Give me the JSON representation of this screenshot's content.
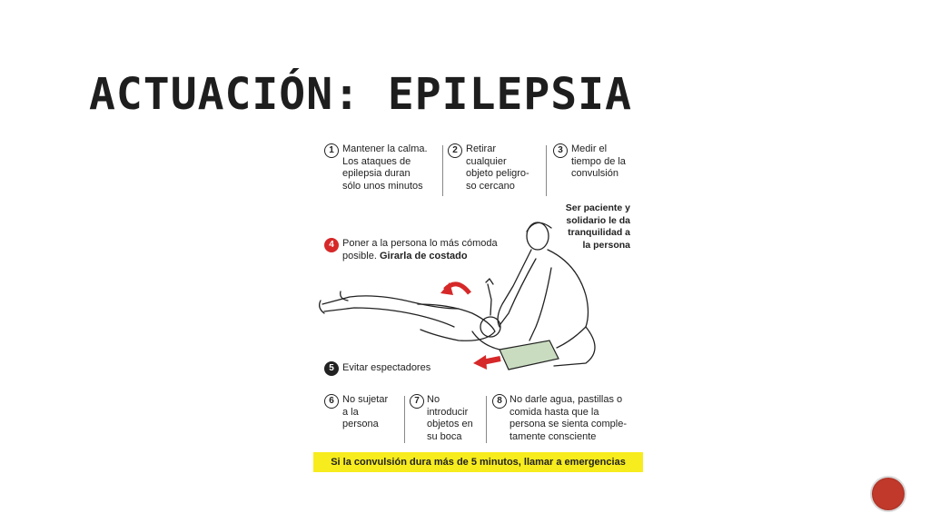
{
  "slide": {
    "title": "ACTUACIÓN: EPILEPSIA"
  },
  "steps": [
    {
      "num": "1",
      "text": "Mantener la calma.\nLos ataques de\nepilepsia duran\nsólo unos minutos"
    },
    {
      "num": "2",
      "text": "Retirar\ncualquier\nobjeto peligro-\nso cercano"
    },
    {
      "num": "3",
      "text": "Medir el\ntiempo de la\nconvulsión"
    },
    {
      "num": "4",
      "text": "Poner a la persona lo más cómoda\nposible.",
      "bold": "Girarla de costado"
    },
    {
      "num": "5",
      "text": "Evitar espectadores"
    },
    {
      "num": "6",
      "text": "No sujetar\na la\npersona"
    },
    {
      "num": "7",
      "text": "No\nintroducir\nobjetos en\nsu boca"
    },
    {
      "num": "8",
      "text": "No darle agua, pastillas o\ncomida hasta que la\npersona se sienta comple-\ntamente consciente"
    }
  ],
  "note": "Ser paciente y\nsolidario le da\ntranquilidad a\nla persona",
  "banner": "Si la convulsión dura más de 5 minutos, llamar a emergencias",
  "colors": {
    "accent_red": "#d62828",
    "banner_yellow": "#f7ec1d",
    "badge": "#c0392b",
    "pillow": "#c9dcc0"
  }
}
